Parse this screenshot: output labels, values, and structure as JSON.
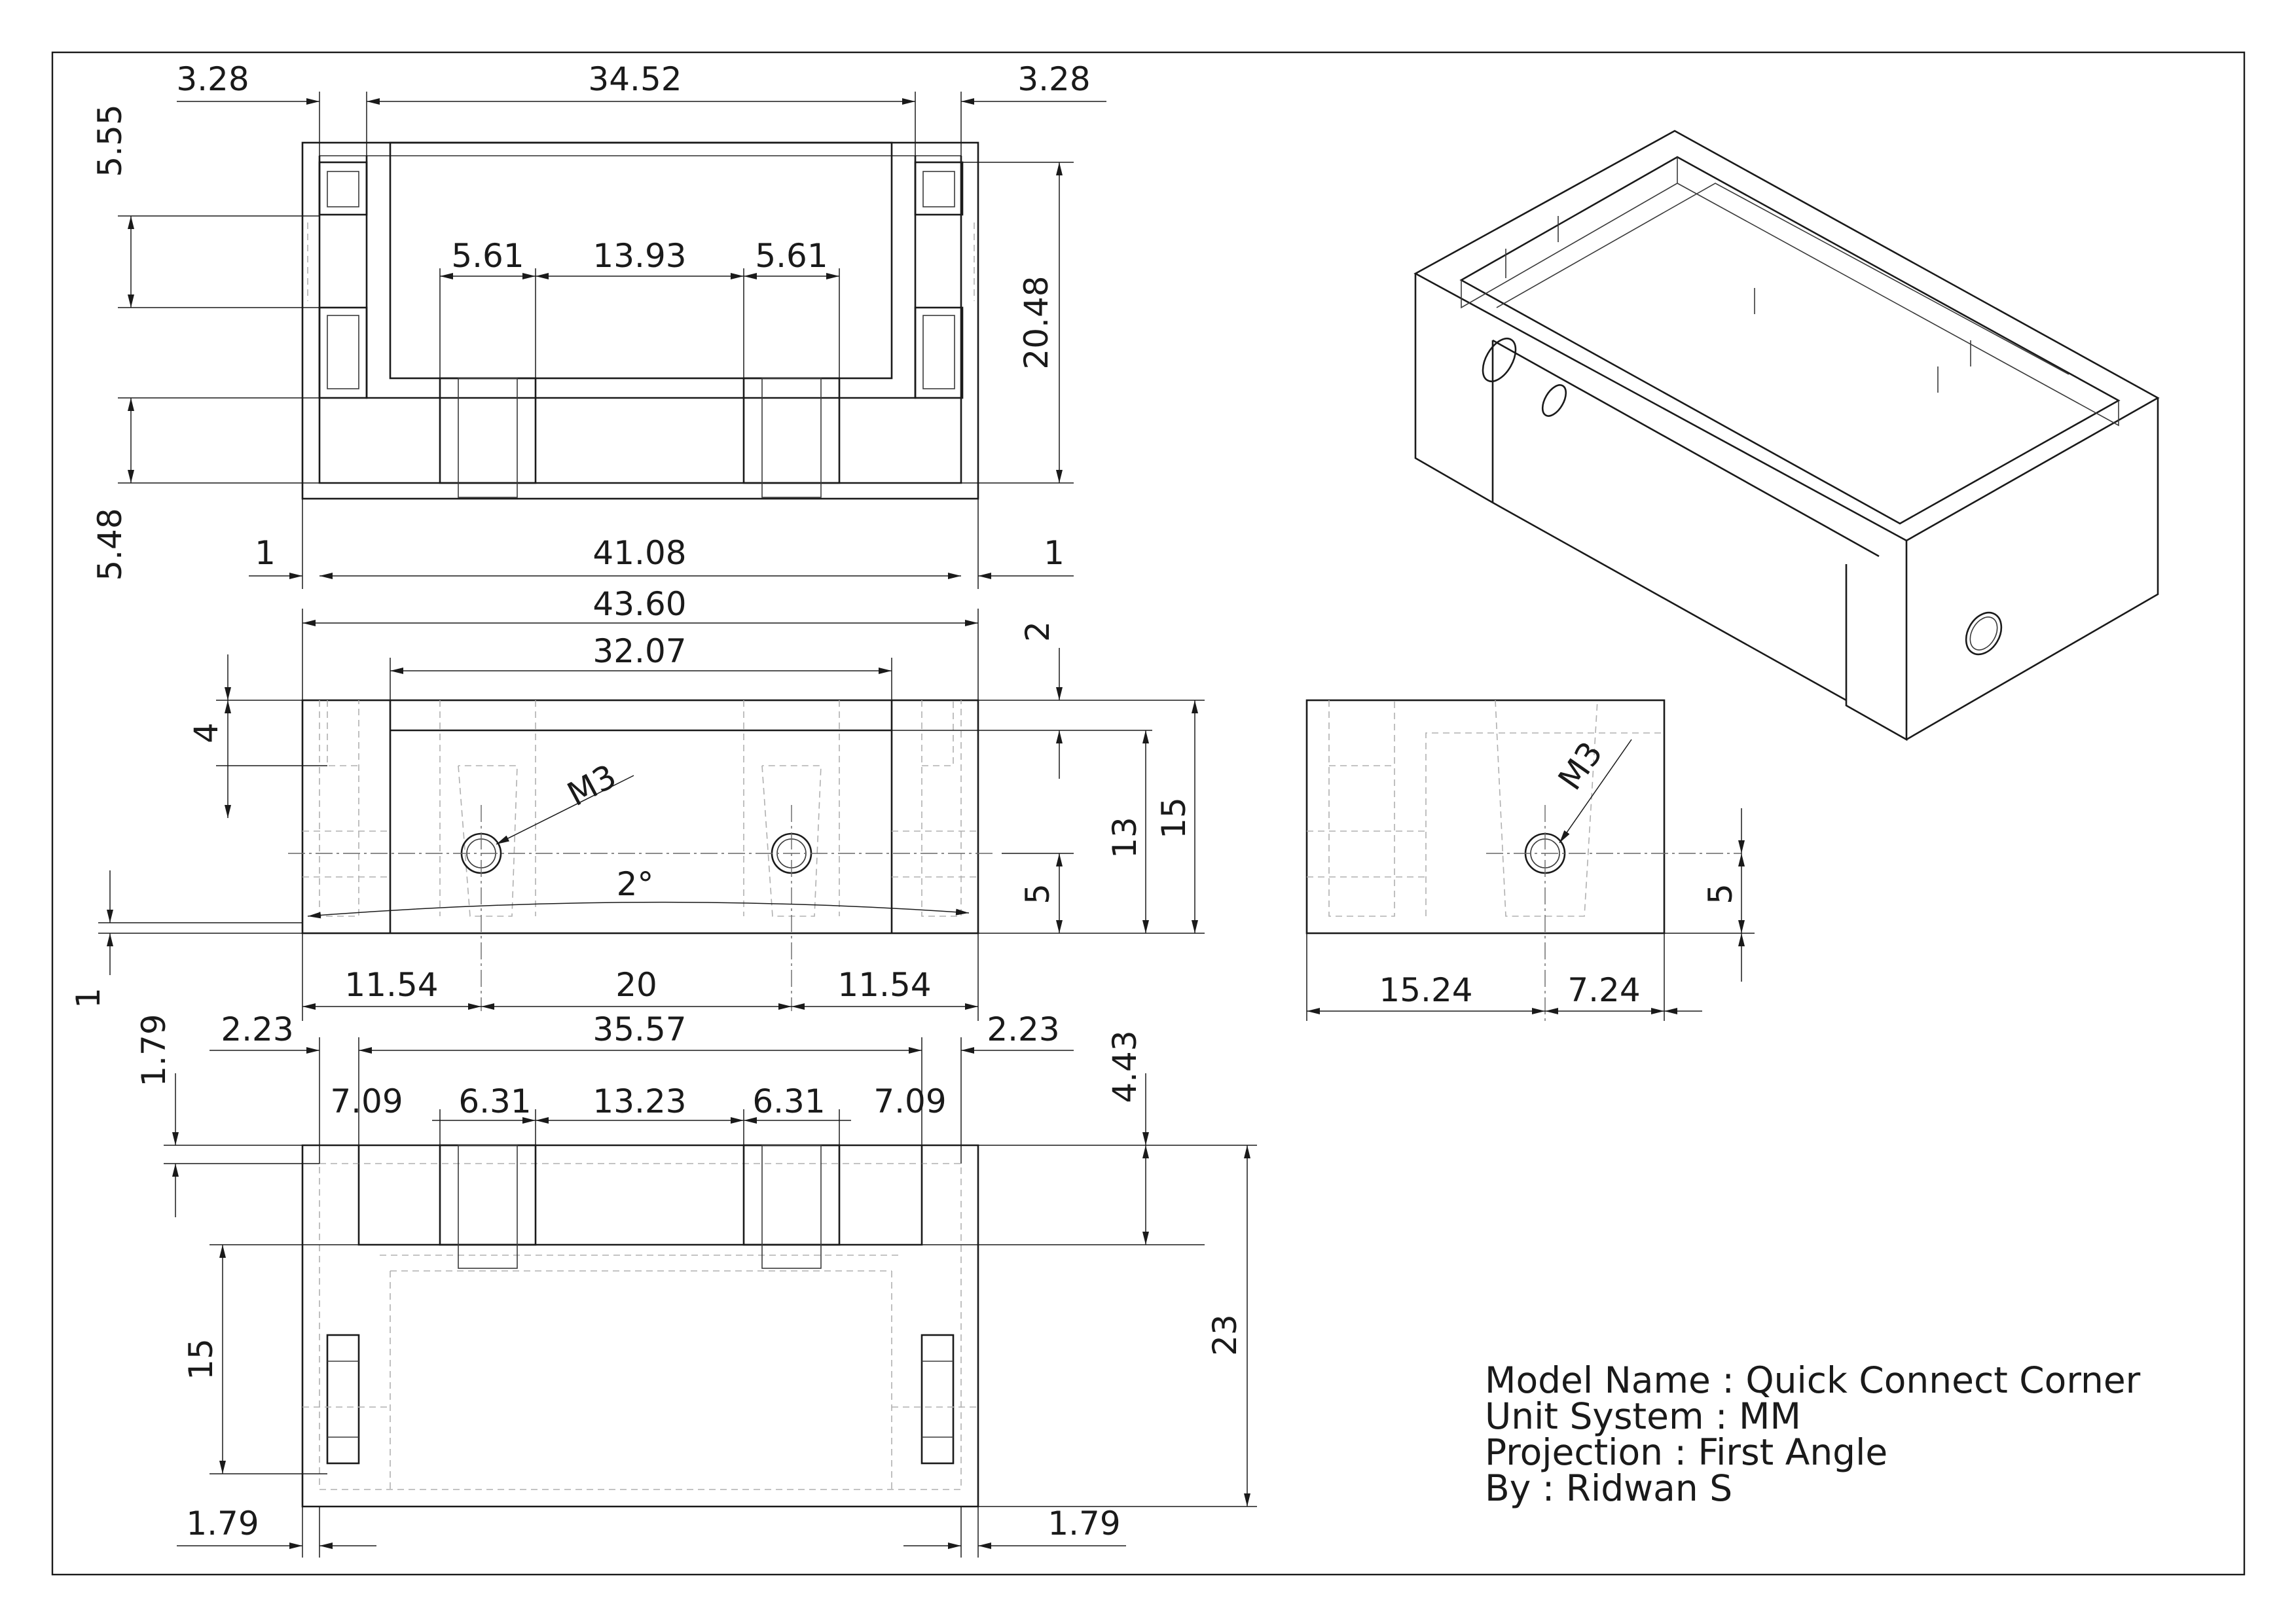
{
  "top_view": {
    "dims": [
      "3.28",
      "34.52",
      "3.28",
      "5.55",
      "20.48",
      "5.61",
      "13.93",
      "5.61",
      "5.48",
      "1",
      "41.08",
      "1"
    ]
  },
  "front_view": {
    "dims": [
      "43.60",
      "32.07",
      "2",
      "4",
      "13",
      "15",
      "5",
      "1",
      "11.54",
      "20",
      "11.54"
    ],
    "angle": "2°",
    "thread": "M3"
  },
  "side_view": {
    "dims": [
      "5",
      "15.24",
      "7.24"
    ],
    "thread": "M3"
  },
  "bottom_view": {
    "dims": [
      "1.79",
      "2.23",
      "35.57",
      "2.23",
      "4.43",
      "7.09",
      "6.31",
      "13.23",
      "6.31",
      "7.09",
      "15",
      "23",
      "1.79",
      "1.79"
    ]
  },
  "title_block": {
    "model_name": "Model Name : Quick Connect Corner",
    "unit_system": "Unit System : MM",
    "projection": "Projection : First Angle",
    "author": "By : Ridwan S"
  }
}
